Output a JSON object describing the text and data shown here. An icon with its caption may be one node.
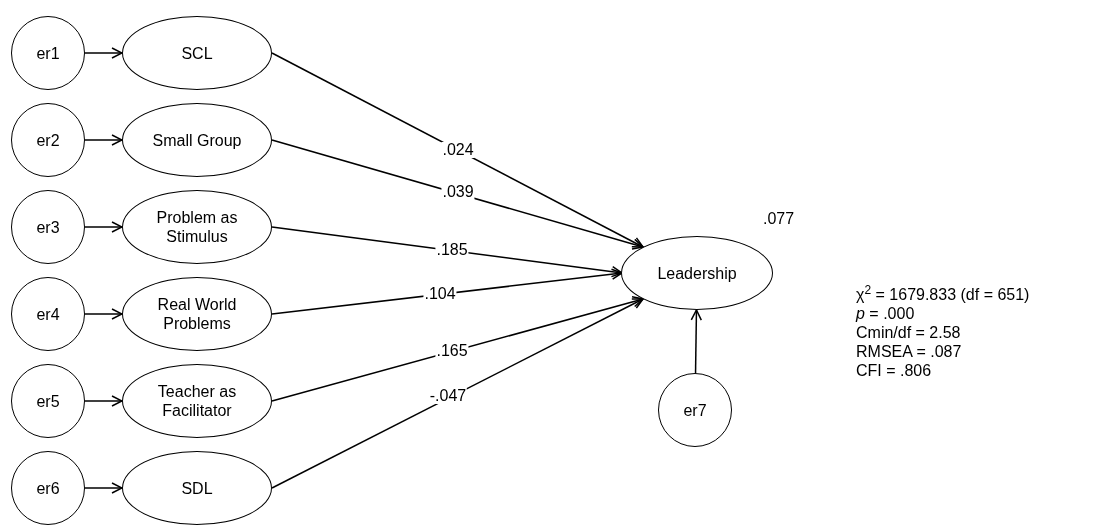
{
  "diagram": {
    "nodes": [
      {
        "text": [
          "er1"
        ]
      },
      {
        "text": [
          "SCL"
        ]
      },
      {
        "text": [
          "er2"
        ]
      },
      {
        "text": [
          "Small Group"
        ]
      },
      {
        "text": [
          "er3"
        ]
      },
      {
        "text": [
          "Problem as Stimulus"
        ]
      },
      {
        "text": [
          "er4"
        ]
      },
      {
        "text": [
          "Real World Problems"
        ]
      },
      {
        "text": [
          "er5"
        ]
      },
      {
        "text": [
          "Teacher as Facilitator"
        ]
      },
      {
        "text": [
          "er6"
        ]
      },
      {
        "text": [
          "SDL"
        ]
      },
      {
        "text": [
          "Leadership"
        ],
        "beside": [
          ".077"
        ]
      },
      {
        "text": [
          "er7"
        ]
      }
    ],
    "edges": [
      {
        "from": 0,
        "to": 1,
        "arrow": "to"
      },
      {
        "from": 2,
        "to": 3,
        "arrow": "to"
      },
      {
        "from": 4,
        "to": 5,
        "arrow": "to"
      },
      {
        "from": 6,
        "to": 7,
        "arrow": "to"
      },
      {
        "from": 8,
        "to": 9,
        "arrow": "to"
      },
      {
        "from": 10,
        "to": 11,
        "arrow": "to"
      },
      {
        "from": 1,
        "to": 12,
        "arrow": "to",
        "label": ".024"
      },
      {
        "from": 3,
        "to": 12,
        "arrow": "to",
        "label": ".039"
      },
      {
        "from": 5,
        "to": 12,
        "arrow": "to",
        "label": ".185"
      },
      {
        "from": 7,
        "to": 12,
        "arrow": "to",
        "label": ".104"
      },
      {
        "from": 9,
        "to": 12,
        "arrow": "to",
        "label": ".165"
      },
      {
        "from": 11,
        "to": 12,
        "arrow": "to",
        "label": "-.047"
      },
      {
        "from": 13,
        "to": 12,
        "arrow": "to"
      }
    ],
    "labels": [
      "χ$^{2}$ = 1679.833 (df = 651)",
      "*p* = .000",
      "Cmin/df = 2.58",
      "RMSEA = .087",
      "CFI = .806"
    ]
  }
}
